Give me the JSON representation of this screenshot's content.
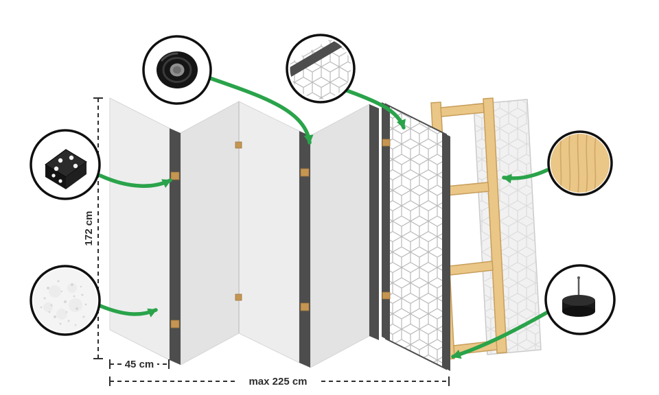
{
  "dimensions": {
    "height": "172 cm",
    "panel_width": "45 cm",
    "max_width": "max 225 cm"
  },
  "callouts": {
    "hinge": "metal-hinge-icon",
    "fleece": "white-fleece-texture-icon",
    "tape": "adhesive-tape-icon",
    "pattern": "geometric-pattern-sample-icon",
    "wood": "pine-wood-texture-icon",
    "felt_pad": "felt-pad-icon"
  },
  "colors": {
    "accent-green": "#2aa34a",
    "panel-light": "#ededed",
    "panel-mid": "#e3e3e3",
    "edge-dark": "#4d4d4d",
    "hinge-tan": "#c59552",
    "wood": "#eac687",
    "wood-edge": "#c79e5b",
    "dim": "#2d2d2d",
    "pattern-line": "#b9b9b9",
    "pattern-line-light": "#dcdcdc",
    "sheet": "#f1f1f1"
  }
}
